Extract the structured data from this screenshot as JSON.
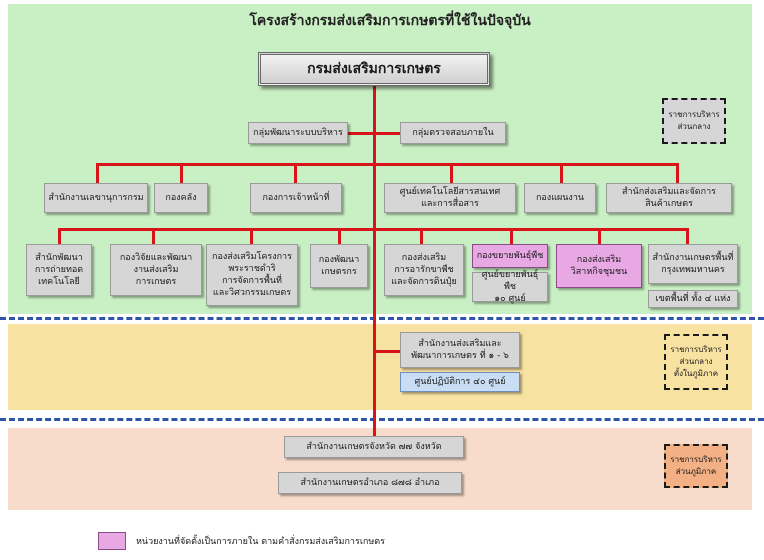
{
  "title": "โครงสร้างกรมส่งเสริมการเกษตรที่ใช้ในปัจจุบัน",
  "head": "กรมส่งเสริมการเกษตร",
  "central_staff": [
    "กลุ่มพัฒนาระบบบริหาร",
    "กลุ่มตรวจสอบภายใน"
  ],
  "central_row1": [
    "สำนักงานเลขานุการกรม",
    "กองคลัง",
    "กองการเจ้าหน้าที่",
    "ศูนย์เทคโนโลยีสารสนเทศ\nและการสื่อสาร",
    "กองแผนงาน",
    "สำนักส่งเสริมและจัดการ\nสินค้าเกษตร"
  ],
  "central_row2": [
    "สำนักพัฒนา\nการถ่ายทอด\nเทคโนโลยี",
    "กองวิจัยและพัฒนา\nงานส่งเสริมการเกษตร",
    "กองส่งเสริมโครงการ\nพระราชดำริ\nการจัดการพื้นที่\nและวิศวกรรมเกษตร",
    "กองพัฒนา\nเกษตรกร",
    "กองส่งเสริม\nการอารักขาพืช\nและจัดการดินปุ๋ย",
    "กองขยายพันธุ์พืช",
    "กองส่งเสริม\nวิสาหกิจชุมชน",
    "สำนักงานเกษตรพื้นที่\nกรุงเทพมหานคร"
  ],
  "central_sub": [
    "ศูนย์ขยายพันธุ์พืช\n๑๐ ศูนย์",
    "เขตพื้นที่ ทั้ง ๔ แห่ง"
  ],
  "regional": [
    "สำนักงานส่งเสริมและ\nพัฒนาการเกษตร ที่ ๑ - ๖",
    "ศูนย์ปฏิบัติการ ๔๐ ศูนย์"
  ],
  "local": [
    "สำนักงานเกษตรจังหวัด ๗๗ จังหวัด",
    "สำนักงานเกษตรอำเภอ ๘๗๘ อำเภอ"
  ],
  "side_labels": [
    "ราชการบริหาร\nส่วนกลาง",
    "ราชการบริหาร\nส่วนกลาง\nตั้งในภูมิภาค",
    "ราชการบริหาร\nส่วนภูมิภาค"
  ],
  "legend": "หน่วยงานที่จัดตั้งเป็นการภายใน  ตามคำสั่งกรมส่งเสริมการเกษตร",
  "colors": {
    "central_bg": "#c9f0c4",
    "regional_bg": "#f8e2a2",
    "local_bg": "#f7dccb",
    "connector": "#d8141a",
    "internal_unit": "#e8a8e4",
    "divider": "#2e55a8"
  }
}
